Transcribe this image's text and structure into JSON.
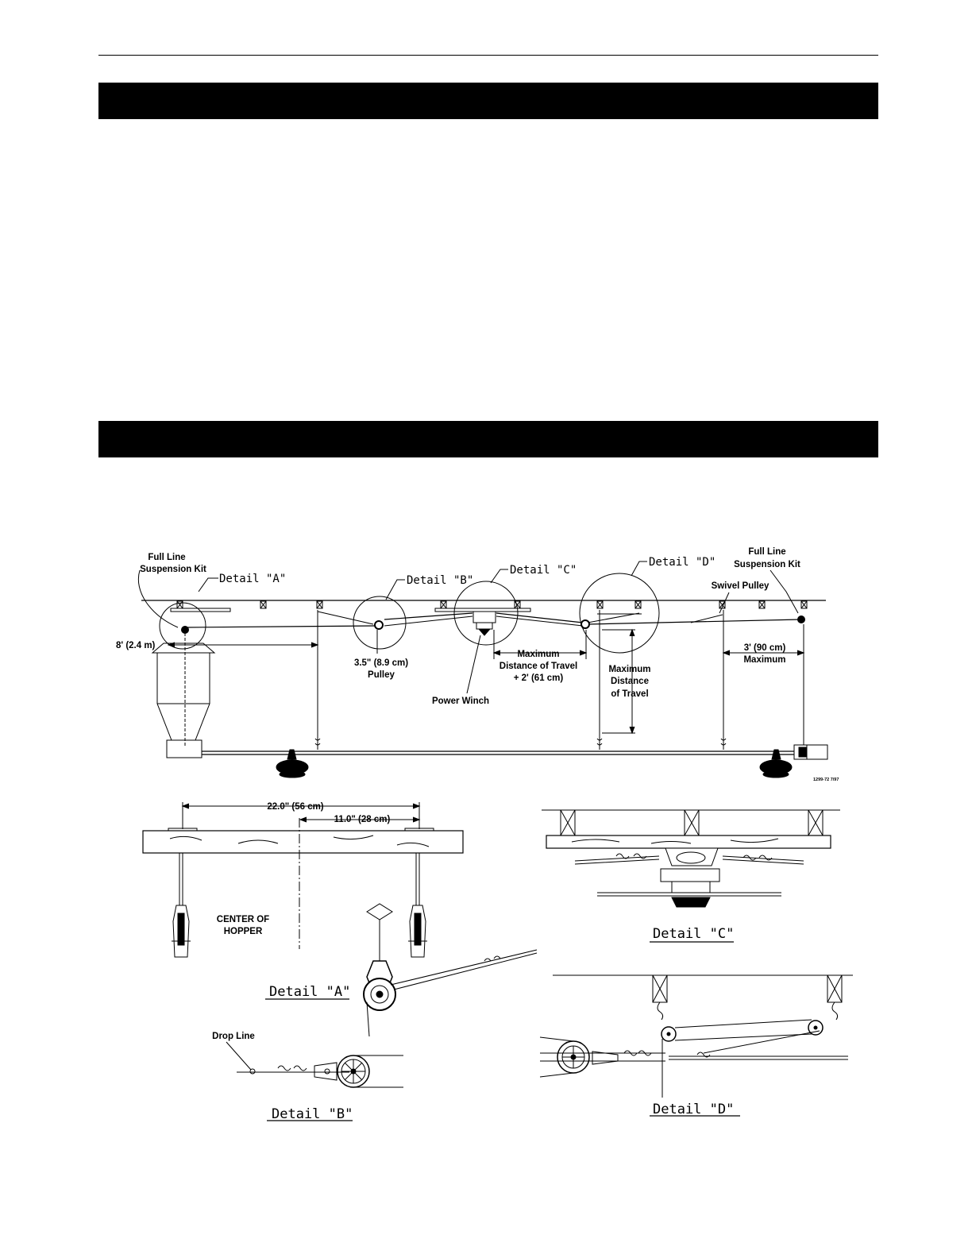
{
  "labels": {
    "full_line_left_1": "Full Line",
    "full_line_left_2": "Suspension Kit",
    "full_line_right_1": "Full Line",
    "full_line_right_2": "Suspension Kit",
    "swivel_pulley": "Swivel Pulley",
    "eight_feet": "8' (2.4 m)",
    "pulley_1": "3.5\" (8.9 cm)",
    "pulley_2": "Pulley",
    "power_winch": "Power Winch",
    "max_travel_plus_1": "Maximum",
    "max_travel_plus_2": "Distance of Travel",
    "max_travel_plus_3": "+ 2' (61 cm)",
    "max_travel_1": "Maximum",
    "max_travel_2": "Distance",
    "max_travel_3": "of Travel",
    "three_feet_1": "3' (90 cm)",
    "three_feet_2": "Maximum",
    "drawing_number": "1299-72 7/97",
    "dim_22": "22.0\" (56 cm)",
    "dim_11": "11.0\" (28 cm)",
    "center_hopper_1": "CENTER OF",
    "center_hopper_2": "HOPPER",
    "drop_line": "Drop Line"
  },
  "details": {
    "a": "Detail \"A\"",
    "b": "Detail \"B\"",
    "c": "Detail \"C\"",
    "d": "Detail \"D\""
  }
}
